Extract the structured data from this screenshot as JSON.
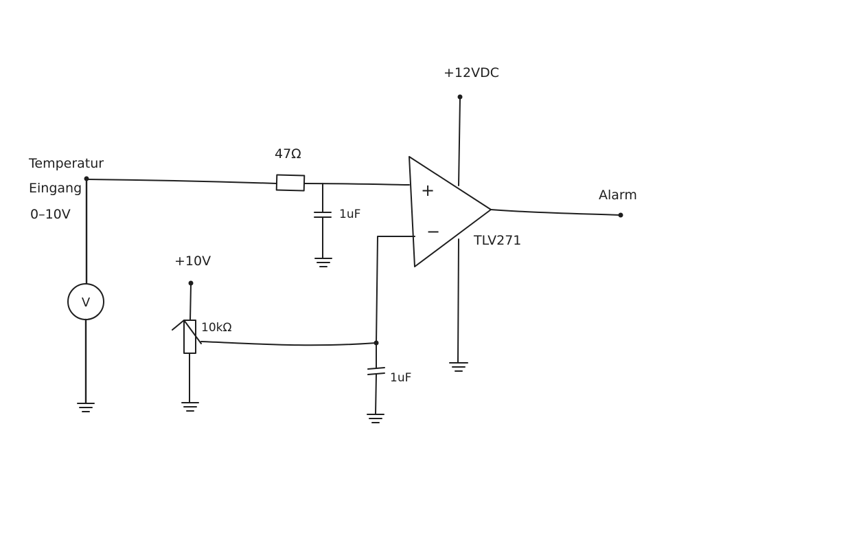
{
  "labels": {
    "input_line1": "Temperatur",
    "input_line2": "Eingang",
    "input_line3": "0–10V",
    "supply_opamp": "+12VDC",
    "supply_ref": "+10V",
    "resistor_input": "47Ω",
    "cap_input": "1uF",
    "pot": "10kΩ",
    "cap_ref": "1uF",
    "opamp_part": "TLV271",
    "opamp_plus": "+",
    "opamp_minus": "−",
    "voltmeter": "V",
    "output": "Alarm"
  }
}
